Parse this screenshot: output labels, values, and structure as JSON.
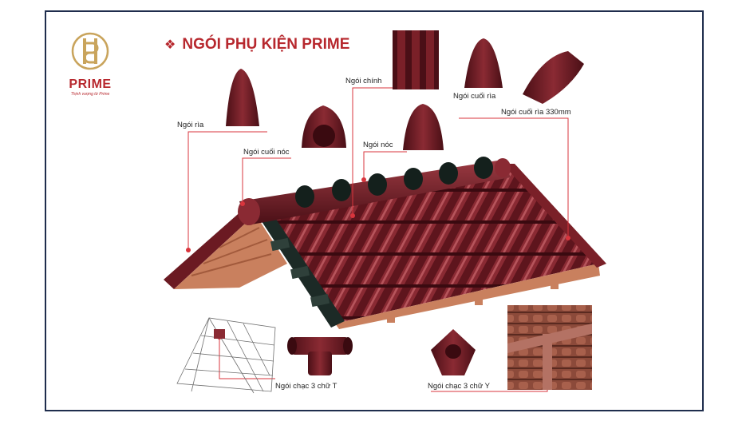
{
  "brand": {
    "name": "PRIME",
    "tagline": "Thịnh vượng từ Prime",
    "colors": {
      "accent": "#b7282e",
      "frame": "#1f2d4d",
      "tile": "#6b1a22"
    }
  },
  "title": "NGÓI PHỤ KIỆN PRIME",
  "labels": {
    "ngoi_chinh": "Ngói chính",
    "ngoi_cuoi_ria": "Ngói cuối rìa",
    "ngoi_cuoi_ria_330": "Ngói cuối rìa 330mm",
    "ngoi_ria": "Ngói rìa",
    "ngoi_cuoi_noc": "Ngói cuối nóc",
    "ngoi_noc": "Ngói nóc",
    "ngoi_chac_t": "Ngói chạc 3 chữ T",
    "ngoi_chac_y": "Ngói chạc 3 chữ Y"
  }
}
